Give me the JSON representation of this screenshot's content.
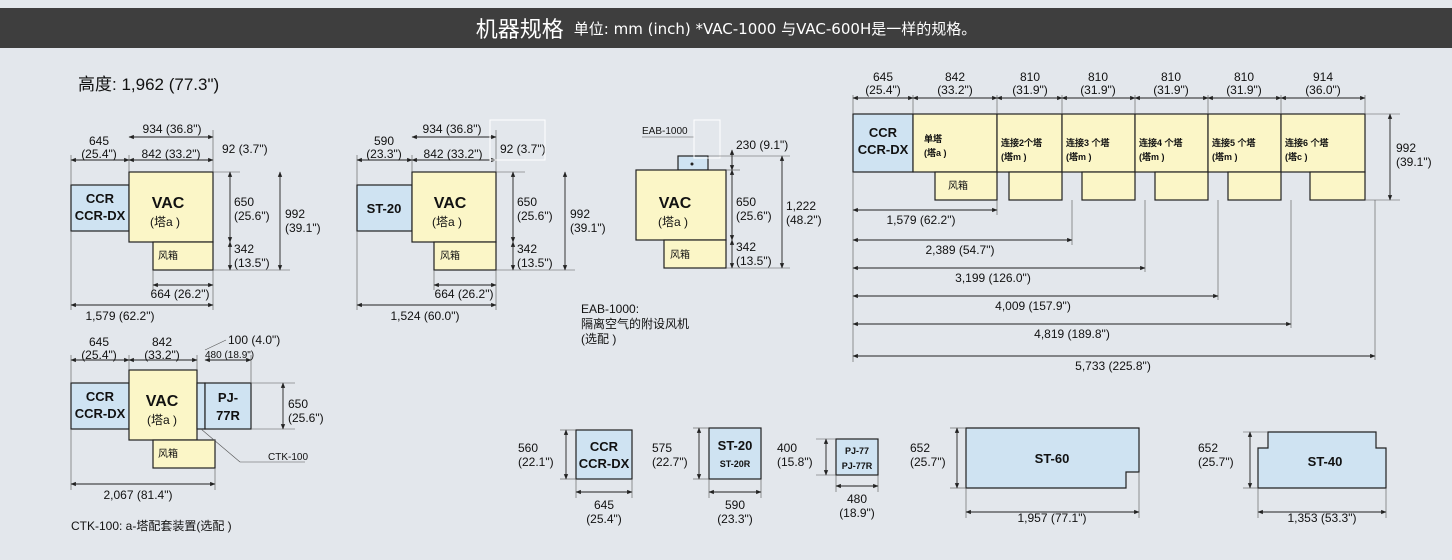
{
  "header": {
    "title": "机器规格",
    "subtitle": "单位: mm (inch) *VAC-1000 与VAC-600H是一样的规格。"
  },
  "height_label": "高度: 1,962 (77.3\")",
  "boxes": {
    "ccr": "CCR",
    "ccr_dx": "CCR-DX",
    "vac": "VAC",
    "tower_a": "(塔a    )",
    "fan": "风箱",
    "st20": "ST-20",
    "st20r": "ST-20R",
    "eab": "EAB-1000",
    "pj": "PJ-",
    "pj77r": "77R",
    "pj77": "PJ-77",
    "pj77r_full": "PJ-77R",
    "st60": "ST-60",
    "st40": "ST-40",
    "single": "单塔",
    "single_sub": "(塔a    )",
    "c2": "连接2个塔",
    "c3": "连接3 个塔",
    "c4": "连接4 个塔",
    "c5": "连接5 个塔",
    "c6": "连接6 个塔",
    "sub_m": "(塔m     )",
    "sub_c": "(塔c      )"
  },
  "dims": {
    "d645": "645",
    "d645i": "(25.4\")",
    "d842": "842",
    "d842i": "(33.2\")",
    "d934": "934 (36.8\")",
    "d842_33": "842 (33.2\")",
    "d92": "92 (3.7\")",
    "d650": "650",
    "d650i": "(25.6\")",
    "d992": "992",
    "d992i": "(39.1\")",
    "d342": "342",
    "d342i": "(13.5\")",
    "d664": "664 (26.2\")",
    "d1579": "1,579 (62.2\")",
    "d590": "590",
    "d590i": "(23.3\")",
    "d1524": "1,524 (60.0\")",
    "d230": "230 (9.1\")",
    "d1222": "1,222",
    "d1222i": "(48.2\")",
    "d100": "100 (4.0\")",
    "d480_18": "480 (18.9\")",
    "d2067": "2,067 (81.4\")",
    "ctk": "CTK-100",
    "d810": "810",
    "d810i": "(31.9\")",
    "d914": "914",
    "d914i": "(36.0\")",
    "d2389": "2,389 (54.7\")",
    "d3199": "3,199 (126.0\")",
    "d4009": "4,009 (157.9\")",
    "d4819": "4,819 (189.8\")",
    "d5733": "5,733 (225.8\")",
    "d560": "560",
    "d560i": "(22.1\")",
    "d575": "575",
    "d575i": "(22.7\")",
    "d400": "400",
    "d400i": "(15.8\")",
    "d480": "480",
    "d480i": "(18.9\")",
    "d652": "652",
    "d652i": "(25.7\")",
    "d1957": "1,957 (77.1\")",
    "d1353": "1,353 (53.3\")"
  },
  "notes": {
    "eab_title": "EAB-1000:",
    "eab_desc": "隔离空气的附设风机",
    "eab_opt": "(选配    )",
    "ctk_note": "CTK-100: a-塔配套装置(选配    )"
  }
}
